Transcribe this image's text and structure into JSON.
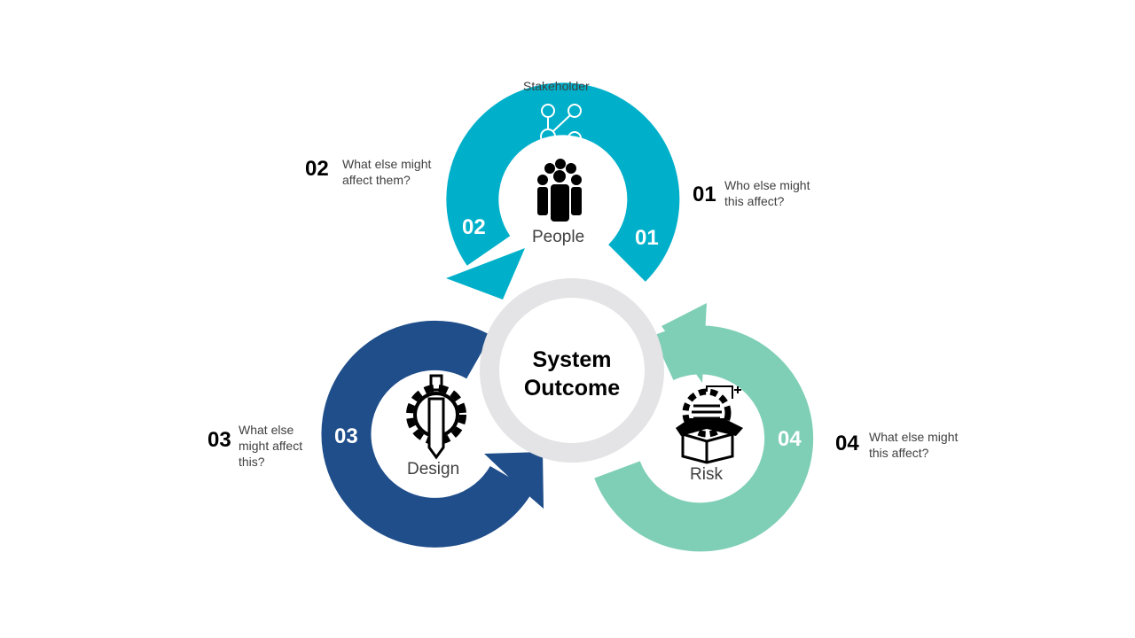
{
  "colors": {
    "people": "#00b0ca",
    "design": "#1f4e8a",
    "risk": "#7fcfb6",
    "center_ring": "#e4e3e5"
  },
  "center": {
    "line1": "System",
    "line2": "Outcome"
  },
  "stakeholder_label": "Stakeholder",
  "segments": [
    {
      "id": "people",
      "label": "People",
      "ring_number": "02",
      "ring_number_2": "01",
      "icon": "people-group-icon"
    },
    {
      "id": "design",
      "label": "Design",
      "ring_number": "03",
      "icon": "gear-pencil-icon"
    },
    {
      "id": "risk",
      "label": "Risk",
      "ring_number": "04",
      "icon": "box-gear-icon"
    }
  ],
  "callouts": [
    {
      "number": "01",
      "line1": "Who else might",
      "line2": "this affect?"
    },
    {
      "number": "02",
      "line1": "What else might",
      "line2": "affect them?"
    },
    {
      "number": "03",
      "line1": "What else",
      "line2": "might affect",
      "line3": "this?"
    },
    {
      "number": "04",
      "line1": "What else might",
      "line2": "this affect?"
    }
  ]
}
